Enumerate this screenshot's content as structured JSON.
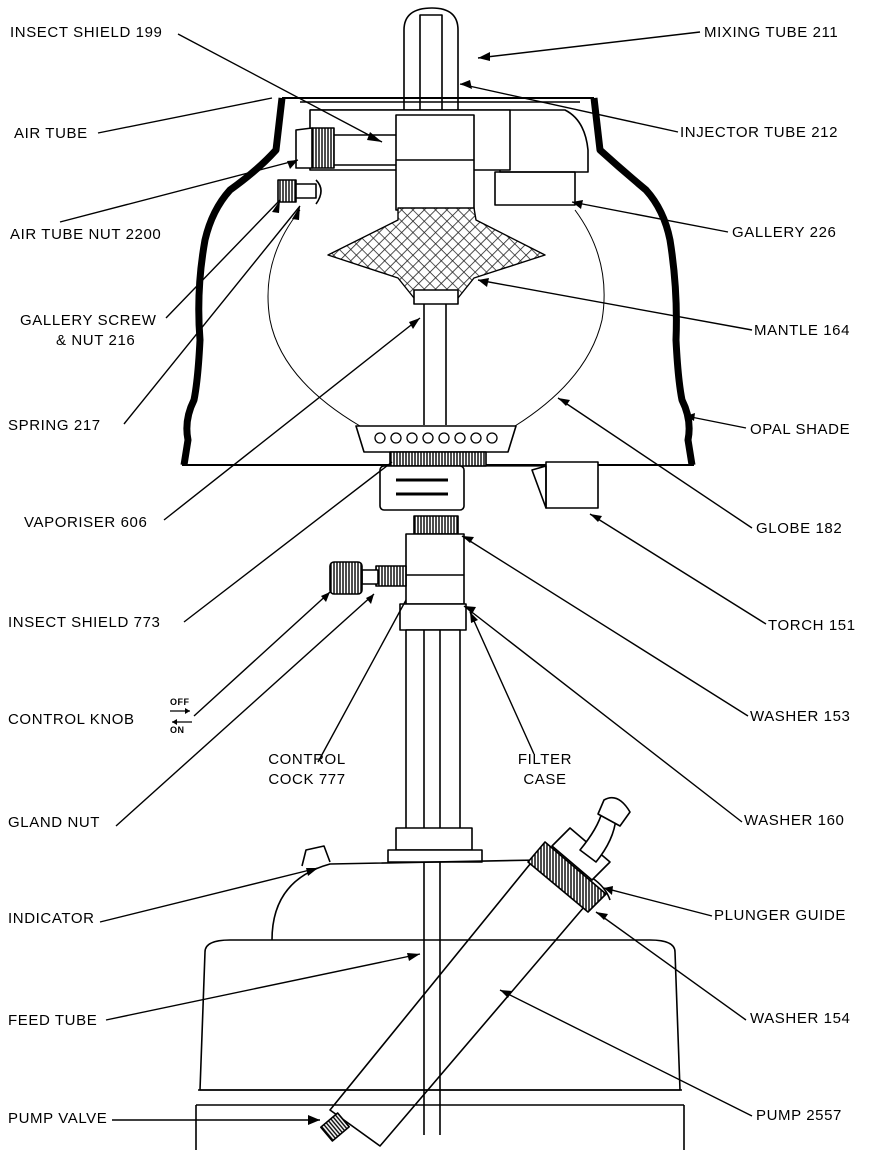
{
  "labels": {
    "insect_shield_199": "INSECT SHIELD 199",
    "mixing_tube_211": "MIXING TUBE 211",
    "air_tube": "AIR TUBE",
    "injector_tube_212": "INJECTOR TUBE 212",
    "air_tube_nut_2200": "AIR TUBE NUT 2200",
    "gallery_226": "GALLERY 226",
    "gallery_screw_line1": "GALLERY SCREW",
    "gallery_screw_line2": "& NUT 216",
    "mantle_164": "MANTLE 164",
    "spring_217": "SPRING 217",
    "opal_shade": "OPAL SHADE",
    "vaporiser_606": "VAPORISER 606",
    "globe_182": "GLOBE 182",
    "insect_shield_773": "INSECT SHIELD 773",
    "torch_151": "TORCH 151",
    "control_knob": "CONTROL KNOB",
    "off": "OFF",
    "on": "ON",
    "washer_153": "WASHER 153",
    "control_cock_line1": "CONTROL",
    "control_cock_line2": "COCK 777",
    "filter_case_line1": "FILTER",
    "filter_case_line2": "CASE",
    "gland_nut": "GLAND NUT",
    "washer_160": "WASHER 160",
    "indicator": "INDICATOR",
    "plunger_guide": "PLUNGER GUIDE",
    "feed_tube": "FEED TUBE",
    "washer_154": "WASHER 154",
    "pump_valve": "PUMP VALVE",
    "pump_2557": "PUMP 2557"
  },
  "colors": {
    "ink": "#000000",
    "paper": "#ffffff",
    "mantle_fill": "#5a5a5a"
  }
}
